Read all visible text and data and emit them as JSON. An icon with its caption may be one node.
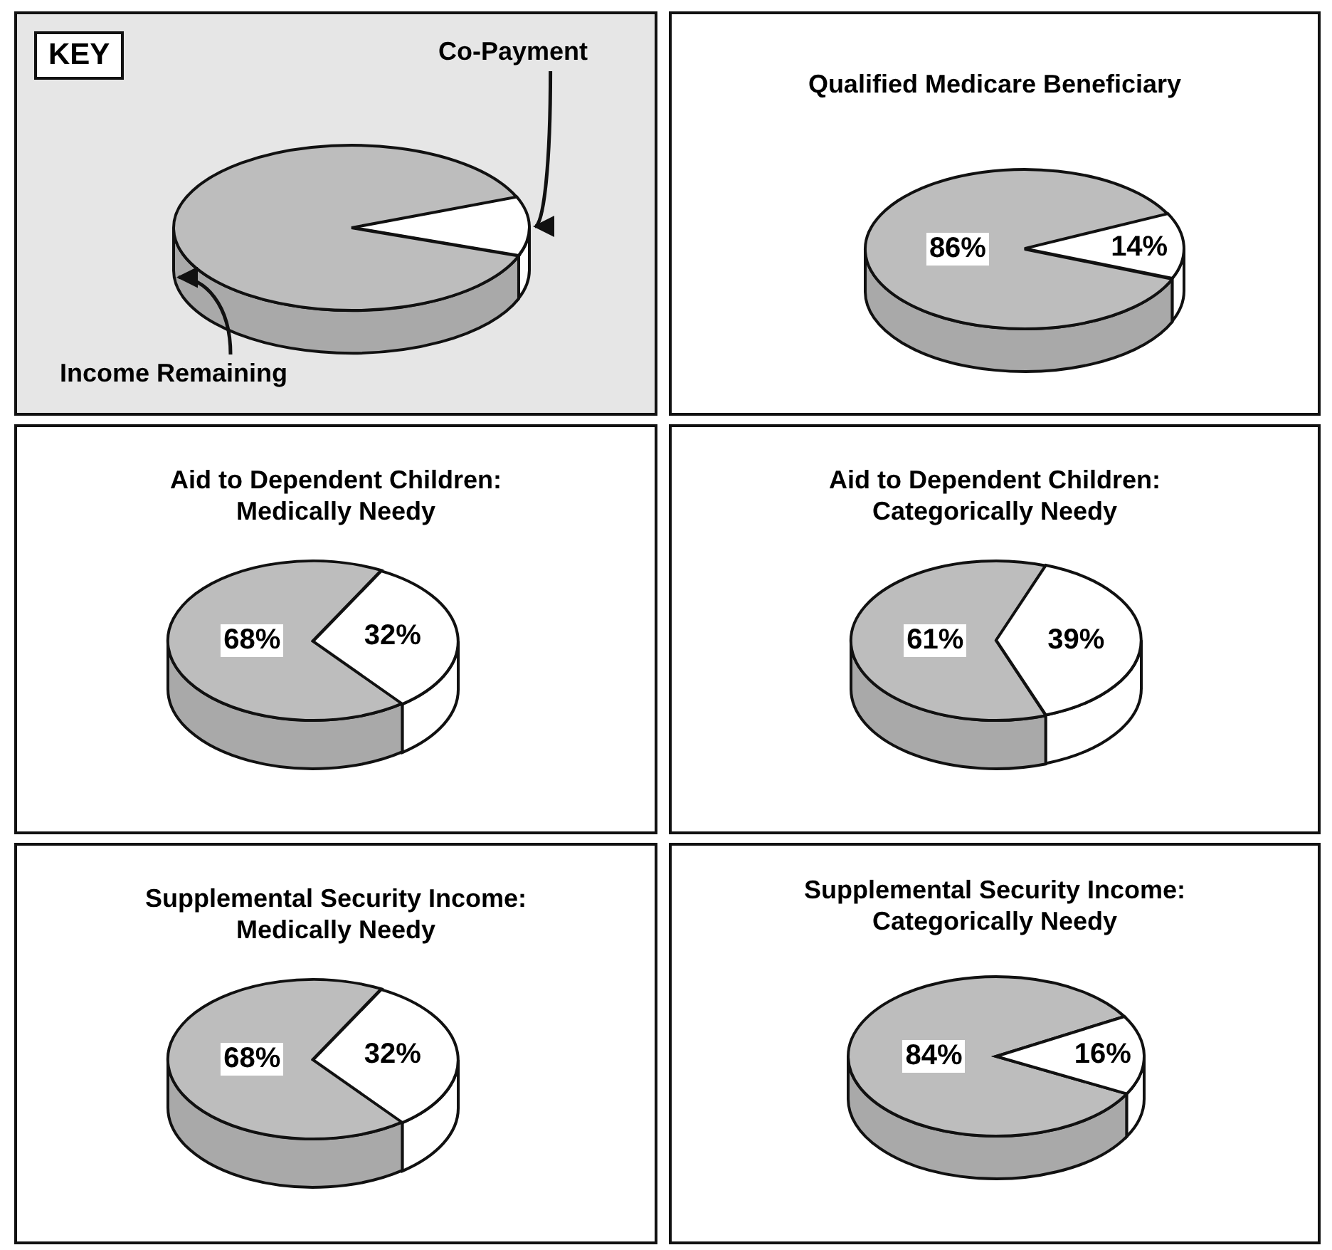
{
  "diagram": {
    "nodes": [
      {
        "text": [],
        "shape": "box"
      },
      {
        "text": [
          "KEY"
        ],
        "in": 0
      },
      {
        "text": [
          "Co-Payment"
        ],
        "in": 0
      },
      {
        "text": [],
        "shape": "wedge",
        "in": 0
      },
      {
        "text": [
          "Income Remaining"
        ],
        "in": 0
      },
      {
        "text": [],
        "shape": "wedge",
        "in": 0
      },
      {
        "text": [
          "Qualified Medicare Beneficiary"
        ]
      },
      {
        "text": [
          "86%"
        ],
        "in": 6
      },
      {
        "text": [
          "14%"
        ],
        "in": 6
      },
      {
        "text": [
          "Aid to Dependent Children: Medically Needy"
        ]
      },
      {
        "text": [
          "68%"
        ],
        "in": 9
      },
      {
        "text": [
          "32%"
        ],
        "in": 9
      },
      {
        "text": [
          "Aid to Dependent Children: Categorically Needy"
        ]
      },
      {
        "text": [
          "61%"
        ],
        "in": 12
      },
      {
        "text": [
          "39%"
        ],
        "in": 12
      },
      {
        "text": [
          "Supplemental Security Income: Medically Needy"
        ]
      },
      {
        "text": [
          "68%"
        ],
        "in": 15
      },
      {
        "text": [
          "32%"
        ],
        "in": 15
      },
      {
        "text": [
          "Supplemental Security Income: Categorically Needy"
        ]
      },
      {
        "text": [
          "84%"
        ],
        "in": 18
      },
      {
        "text": [
          "16%"
        ],
        "in": 18
      }
    ],
    "edges": [
      {
        "from": 2,
        "to": 3,
        "arrow": "to"
      },
      {
        "from": 4,
        "to": 5,
        "arrow": "to"
      }
    ]
  }
}
